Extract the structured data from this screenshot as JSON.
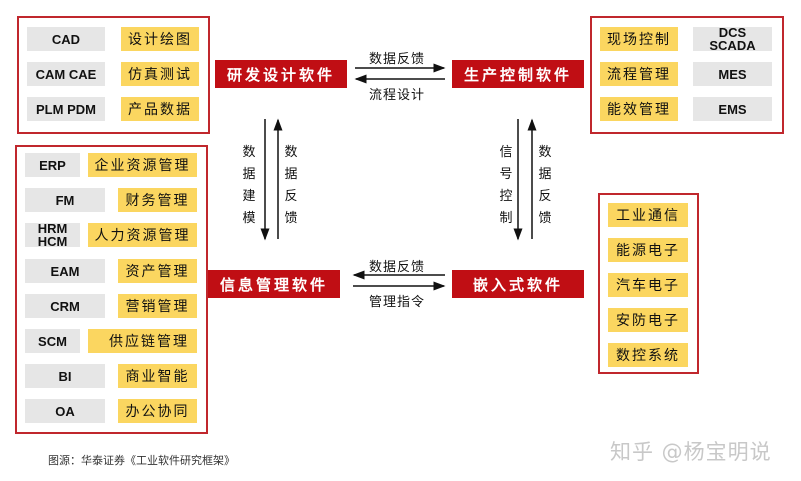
{
  "core": {
    "rd": "研发设计软件",
    "production": "生产控制软件",
    "info": "信息管理软件",
    "embedded": "嵌入式软件"
  },
  "flows": {
    "top_right": "数据反馈",
    "top_left": "流程设计",
    "bottom_left": "数据反馈",
    "bottom_right": "管理指令",
    "left_down": "数据建模",
    "left_up": "数据反馈",
    "right_down": "信号控制",
    "right_up": "数据反馈"
  },
  "rd_items": [
    {
      "abbr": "CAD",
      "desc": "设计绘图"
    },
    {
      "abbr": "CAM CAE",
      "desc": "仿真测试"
    },
    {
      "abbr": "PLM PDM",
      "desc": "产品数据"
    }
  ],
  "production_items": [
    {
      "desc": "现场控制",
      "abbr": "DCS SCADA"
    },
    {
      "desc": "流程管理",
      "abbr": "MES"
    },
    {
      "desc": "能效管理",
      "abbr": "EMS"
    }
  ],
  "info_items": [
    {
      "abbr": "ERP",
      "desc": "企业资源管理"
    },
    {
      "abbr": "FM",
      "desc": "财务管理"
    },
    {
      "abbr": "HRM HCM",
      "desc": "人力资源管理"
    },
    {
      "abbr": "EAM",
      "desc": "资产管理"
    },
    {
      "abbr": "CRM",
      "desc": "营销管理"
    },
    {
      "abbr": "SCM",
      "desc": "供应链管理"
    },
    {
      "abbr": "BI",
      "desc": "商业智能"
    },
    {
      "abbr": "OA",
      "desc": "办公协同"
    }
  ],
  "embedded_items": [
    "工业通信",
    "能源电子",
    "汽车电子",
    "安防电子",
    "数控系统"
  ],
  "caption": "图源：华泰证券《工业软件研究框架》",
  "watermark": "知乎 @杨宝明说",
  "colors": {
    "accent": "#c00e14",
    "frame": "#c0272d",
    "yellow": "#fbd660",
    "gray": "#e6e6e6"
  }
}
